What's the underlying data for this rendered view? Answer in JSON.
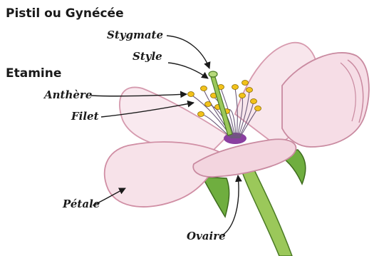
{
  "headings": {
    "pistil": "Pistil ou Gynécée",
    "etamine": "Etamine"
  },
  "labels": {
    "stygmate": "Stygmate",
    "style": "Style",
    "anthere": "Anthère",
    "filet": "Filet",
    "petale": "Pétale",
    "ovaire": "Ovaire"
  },
  "colors": {
    "petal_fill": "#f7e4ea",
    "petal_edge": "#e4a6b8",
    "stem": "#9bc85a",
    "leaf": "#6fae3f",
    "anther": "#f2c21b",
    "center": "#8a3fa0"
  }
}
